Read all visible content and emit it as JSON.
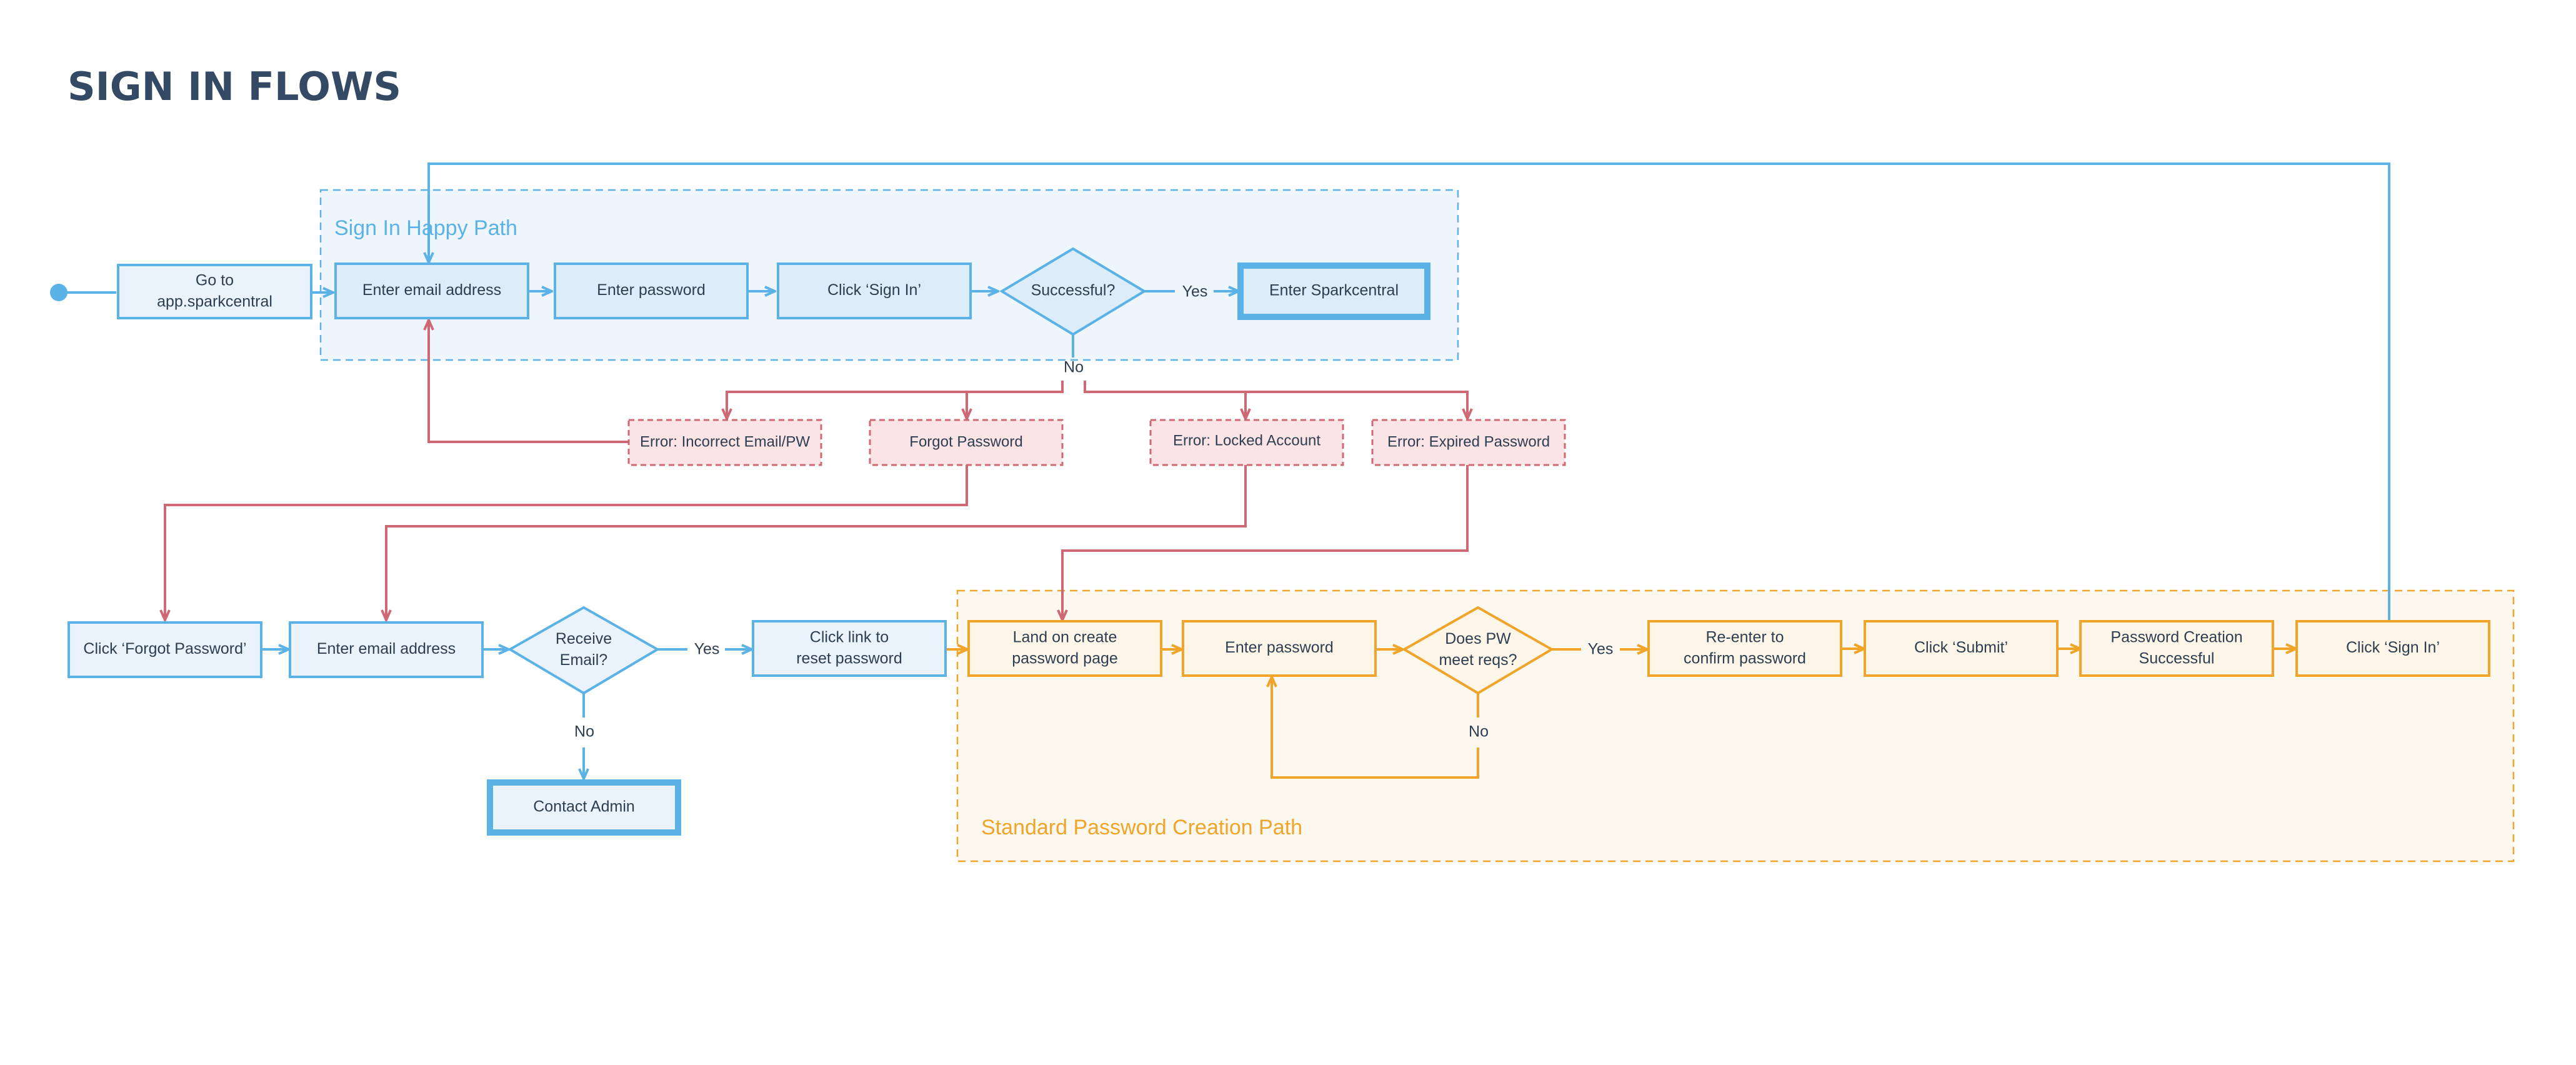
{
  "page_title": "SIGN IN FLOWS",
  "colors": {
    "blue": "#5bb2e6",
    "blue_fill": "#eaf3fb",
    "region_blue_fill": "#eef5fc",
    "red": "#cf6875",
    "red_fill": "#fbe4e6",
    "orange": "#f0a429",
    "orange_fill": "#fdf5e8",
    "region_orange_fill": "#fdf8ef",
    "text": "#2d3e50",
    "title": "#344a64"
  },
  "regions": {
    "happy_path": "Sign In Happy Path",
    "password_creation": "Standard Password Creation Path"
  },
  "nodes": {
    "go_to": "Go to\napp.sparkcentral",
    "enter_email_1": "Enter email address",
    "enter_password_1": "Enter password",
    "click_sign_in_1": "Click ‘Sign In’",
    "successful": "Successful?",
    "enter_sparkcentral": "Enter Sparkcentral",
    "error_incorrect": "Error: Incorrect Email/PW",
    "forgot_password": "Forgot Password",
    "error_locked": "Error: Locked Account",
    "error_expired": "Error: Expired Password",
    "click_forgot": "Click ‘Forgot Password’",
    "enter_email_2": "Enter email address",
    "receive_email": "Receive\nEmail?",
    "click_link": "Click link to\nreset password",
    "contact_admin": "Contact Admin",
    "land_create": "Land on create\npassword page",
    "enter_password_2": "Enter password",
    "pw_reqs": "Does PW\nmeet reqs?",
    "reenter": "Re-enter to\nconfirm password",
    "click_submit": "Click ‘Submit’",
    "pw_success": "Password Creation\nSuccessful",
    "click_sign_in_2": "Click ‘Sign In’"
  },
  "edge_labels": {
    "yes_1": "Yes",
    "no_1": "No",
    "yes_2": "Yes",
    "no_2": "No",
    "yes_3": "Yes",
    "no_3": "No"
  }
}
